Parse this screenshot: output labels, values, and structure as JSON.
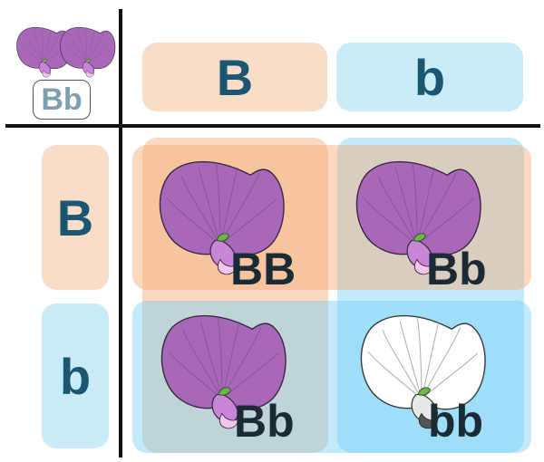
{
  "parent_badge": "Bb",
  "columns": [
    "B",
    "b"
  ],
  "rows": [
    "B",
    "b"
  ],
  "cells": [
    "BB",
    "Bb",
    "Bb",
    "bb"
  ],
  "colors": {
    "dominant_allele_bg": "#f8ddc8",
    "recessive_allele_bg": "#caecf9",
    "purple_petal": "#a867b8",
    "white_petal": "#ffffff",
    "label_text": "#1c5772",
    "genotype_text": "#1b2b36"
  }
}
